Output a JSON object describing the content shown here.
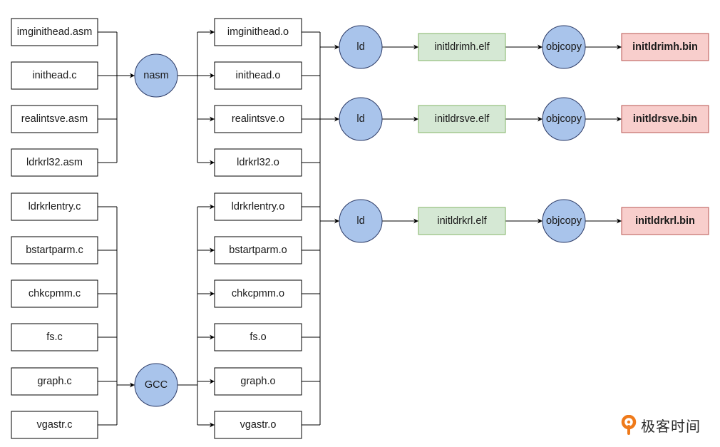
{
  "diagram": {
    "sources": [
      "imginithead.asm",
      "inithead.c",
      "realintsve.asm",
      "ldrkrl32.asm",
      "ldrkrlentry.c",
      "bstartparm.c",
      "chkcpmm.c",
      "fs.c",
      "graph.c",
      "vgastr.c"
    ],
    "compilers": {
      "nasm": "nasm",
      "gcc": "GCC"
    },
    "objects": [
      "imginithead.o",
      "inithead.o",
      "realintsve.o",
      "ldrkrl32.o",
      "ldrkrlentry.o",
      "bstartparm.o",
      "chkcpmm.o",
      "fs.o",
      "graph.o",
      "vgastr.o"
    ],
    "linkers": [
      "ld",
      "ld",
      "ld"
    ],
    "elfs": [
      "initldrimh.elf",
      "initldrsve.elf",
      "initldrkrl.elf"
    ],
    "objcopies": [
      "objcopy",
      "objcopy",
      "objcopy"
    ],
    "bins": [
      "initldrimh.bin",
      "initldrsve.bin",
      "initldrkrl.bin"
    ]
  },
  "colors": {
    "circle_fill": "#a9c4eb",
    "circle_stroke": "#2b3a66",
    "elf_fill": "#d5e8d4",
    "elf_stroke": "#82b366",
    "bin_fill": "#f8cecc",
    "bin_stroke": "#b85450",
    "box_stroke": "#000000",
    "logo_orange": "#ef7a1a"
  },
  "brand": {
    "logo_text": "极客时间",
    "icon": "geektime-logo-icon"
  }
}
